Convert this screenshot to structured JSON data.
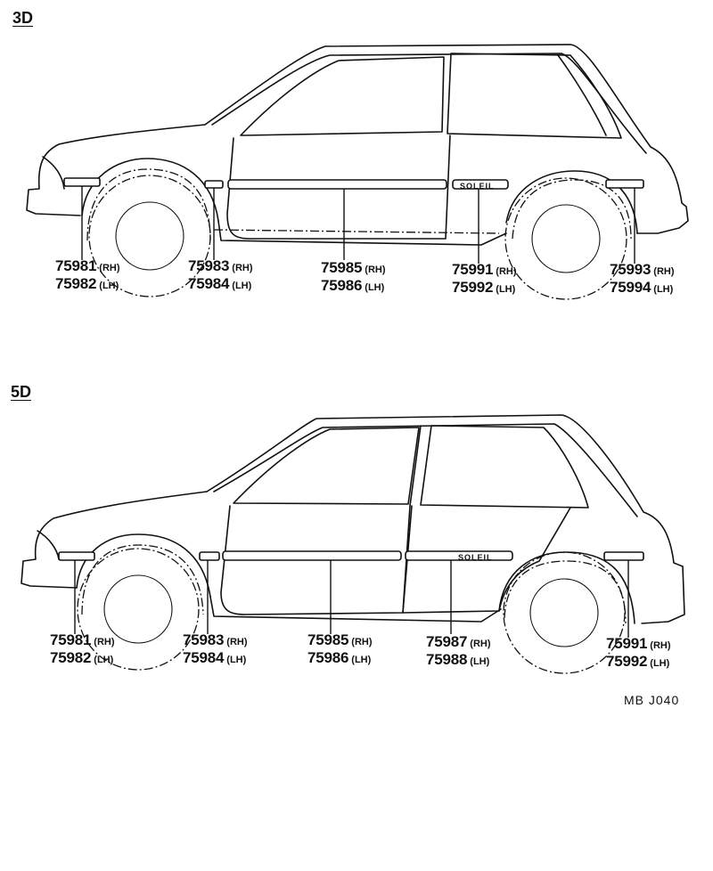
{
  "diagrams": [
    {
      "section": "3D",
      "badge": "SOLEIL",
      "parts": [
        {
          "rh": "75981",
          "lh": "75982"
        },
        {
          "rh": "75983",
          "lh": "75984"
        },
        {
          "rh": "75985",
          "lh": "75986"
        },
        {
          "rh": "75991",
          "lh": "75992"
        },
        {
          "rh": "75993",
          "lh": "75994"
        }
      ]
    },
    {
      "section": "5D",
      "badge": "SOLEIL",
      "parts": [
        {
          "rh": "75981",
          "lh": "75982"
        },
        {
          "rh": "75983",
          "lh": "75984"
        },
        {
          "rh": "75985",
          "lh": "75986"
        },
        {
          "rh": "75987",
          "lh": "75988"
        },
        {
          "rh": "75991",
          "lh": "75992"
        }
      ]
    }
  ],
  "side_labels": {
    "rh": "(RH)",
    "lh": "(LH)"
  },
  "footer_code": "MB  J040"
}
